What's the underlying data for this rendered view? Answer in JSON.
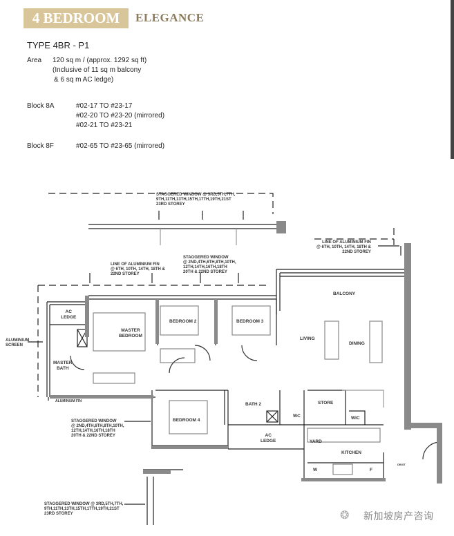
{
  "header": {
    "banner": "4 BEDROOM",
    "subtitle": "ELEGANCE"
  },
  "unit": {
    "type": "TYPE 4BR - P1",
    "area_label": "Area",
    "area_lines": [
      "120 sq m / (approx. 1292 sq ft)",
      "(Inclusive of 11 sq m balcony",
      "& 6 sq m AC ledge)"
    ],
    "blocks": [
      {
        "label": "Block 8A",
        "units": [
          "#02-17 TO #23-17",
          "#02-20 TO #23-20 (mirrored)",
          "#02-21 TO #23-21"
        ]
      },
      {
        "label": "Block 8F",
        "units": [
          "#02-65 TO #23-65 (mirrored)"
        ]
      }
    ]
  },
  "annotations": {
    "stagger_odd_top": [
      "STAGGERED WINDOW @ 3RD,5TH,7TH,",
      "9TH,11TH,13TH,15TH,17TH,19TH,21ST",
      "23RD STOREY"
    ],
    "fin_right": [
      "LINE OF ALUMINIUM FIN",
      "@ 6TH, 10TH, 14TH, 18TH &",
      "22ND STOREY"
    ],
    "fin_left": [
      "LINE OF ALUMINIUM FIN",
      "@ 6TH, 10TH, 14TH, 18TH &",
      "22ND STOREY"
    ],
    "stagger_even_top": [
      "STAGGERED WINDOW",
      "@ 2ND,4TH,6TH,8TH,10TH,",
      "12TH,14TH,16TH,18TH",
      "20TH & 22ND STOREY"
    ],
    "aluminium_screen": [
      "ALUMINIUM",
      "SCREEN"
    ],
    "aluminium_fin": "ALUMINIUM FIN",
    "stagger_even_left": [
      "STAGGERED WINDOW",
      "@ 2ND,4TH,6TH,8TH,10TH,",
      "12TH,14TH,16TH,18TH",
      "20TH & 22ND STOREY"
    ],
    "stagger_odd_bottom": [
      "STAGGERED WINDOW @ 3RD,5TH,7TH,",
      "9TH,11TH,13TH,15TH,17TH,19TH,21ST",
      "23RD STOREY"
    ]
  },
  "rooms": {
    "ac_ledge_1": [
      "AC",
      "LEDGE"
    ],
    "master_bedroom": [
      "MASTER",
      "BEDROOM"
    ],
    "bedroom2": "BEDROOM 2",
    "bedroom3": "BEDROOM 3",
    "balcony": "BALCONY",
    "living": "LIVING",
    "dining": "DINING",
    "master_bath": [
      "MASTER",
      "BATH"
    ],
    "bedroom4": "BEDROOM 4",
    "bath2": "BATH 2",
    "ac_ledge_2": [
      "AC",
      "LEDGE"
    ],
    "store": "STORE",
    "wc": "WC",
    "wic": "WIC",
    "yard": "YARD",
    "kitchen": "KITCHEN",
    "w": "W",
    "f": "F",
    "db": "DB/ST"
  },
  "watermark": "新加坡房产咨询"
}
